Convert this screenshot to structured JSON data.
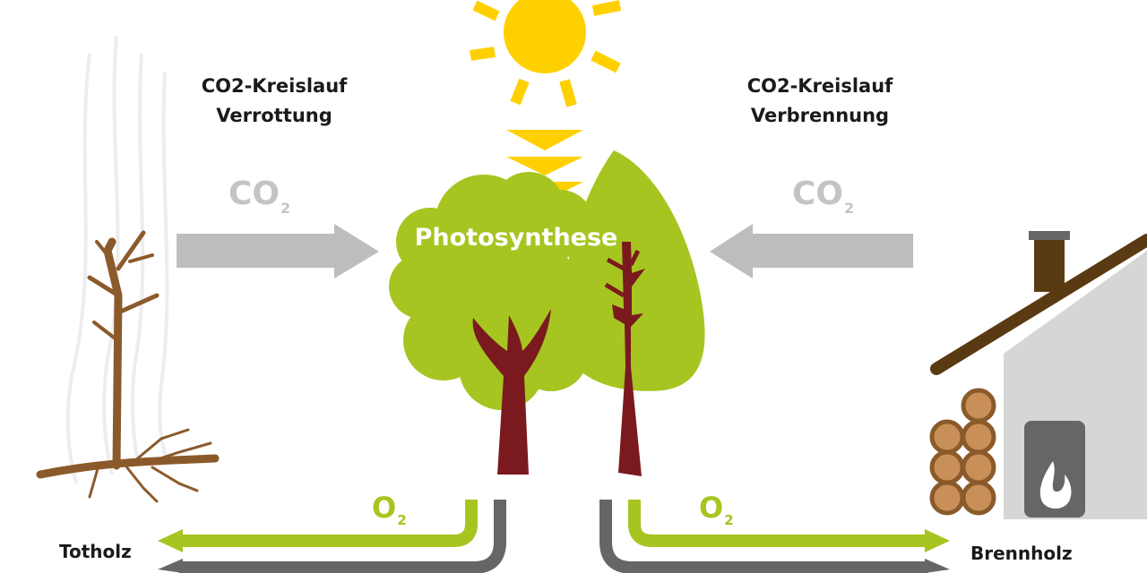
{
  "titles": {
    "left_line1": "CO2-Kreislauf",
    "left_line2": "Verrottung",
    "right_line1": "CO2-Kreislauf",
    "right_line2": "Verbrennung"
  },
  "center_label": "Photosynthese",
  "gases": {
    "co2_main": "CO",
    "co2_sub": "2",
    "o2_main": "O",
    "o2_sub": "2"
  },
  "labels": {
    "left": "Totholz",
    "right": "Brennholz"
  },
  "colors": {
    "sun": "#ffd000",
    "green_light": "#a6c520",
    "green_dark": "#7fa01a",
    "trunk": "#7a1a1f",
    "gray_arrow": "#bdbdbd",
    "dark_gray": "#666666",
    "wood": "#8b5a2b",
    "log": "#c89058",
    "roof": "#5a3a12",
    "house": "#d6d6d6"
  }
}
